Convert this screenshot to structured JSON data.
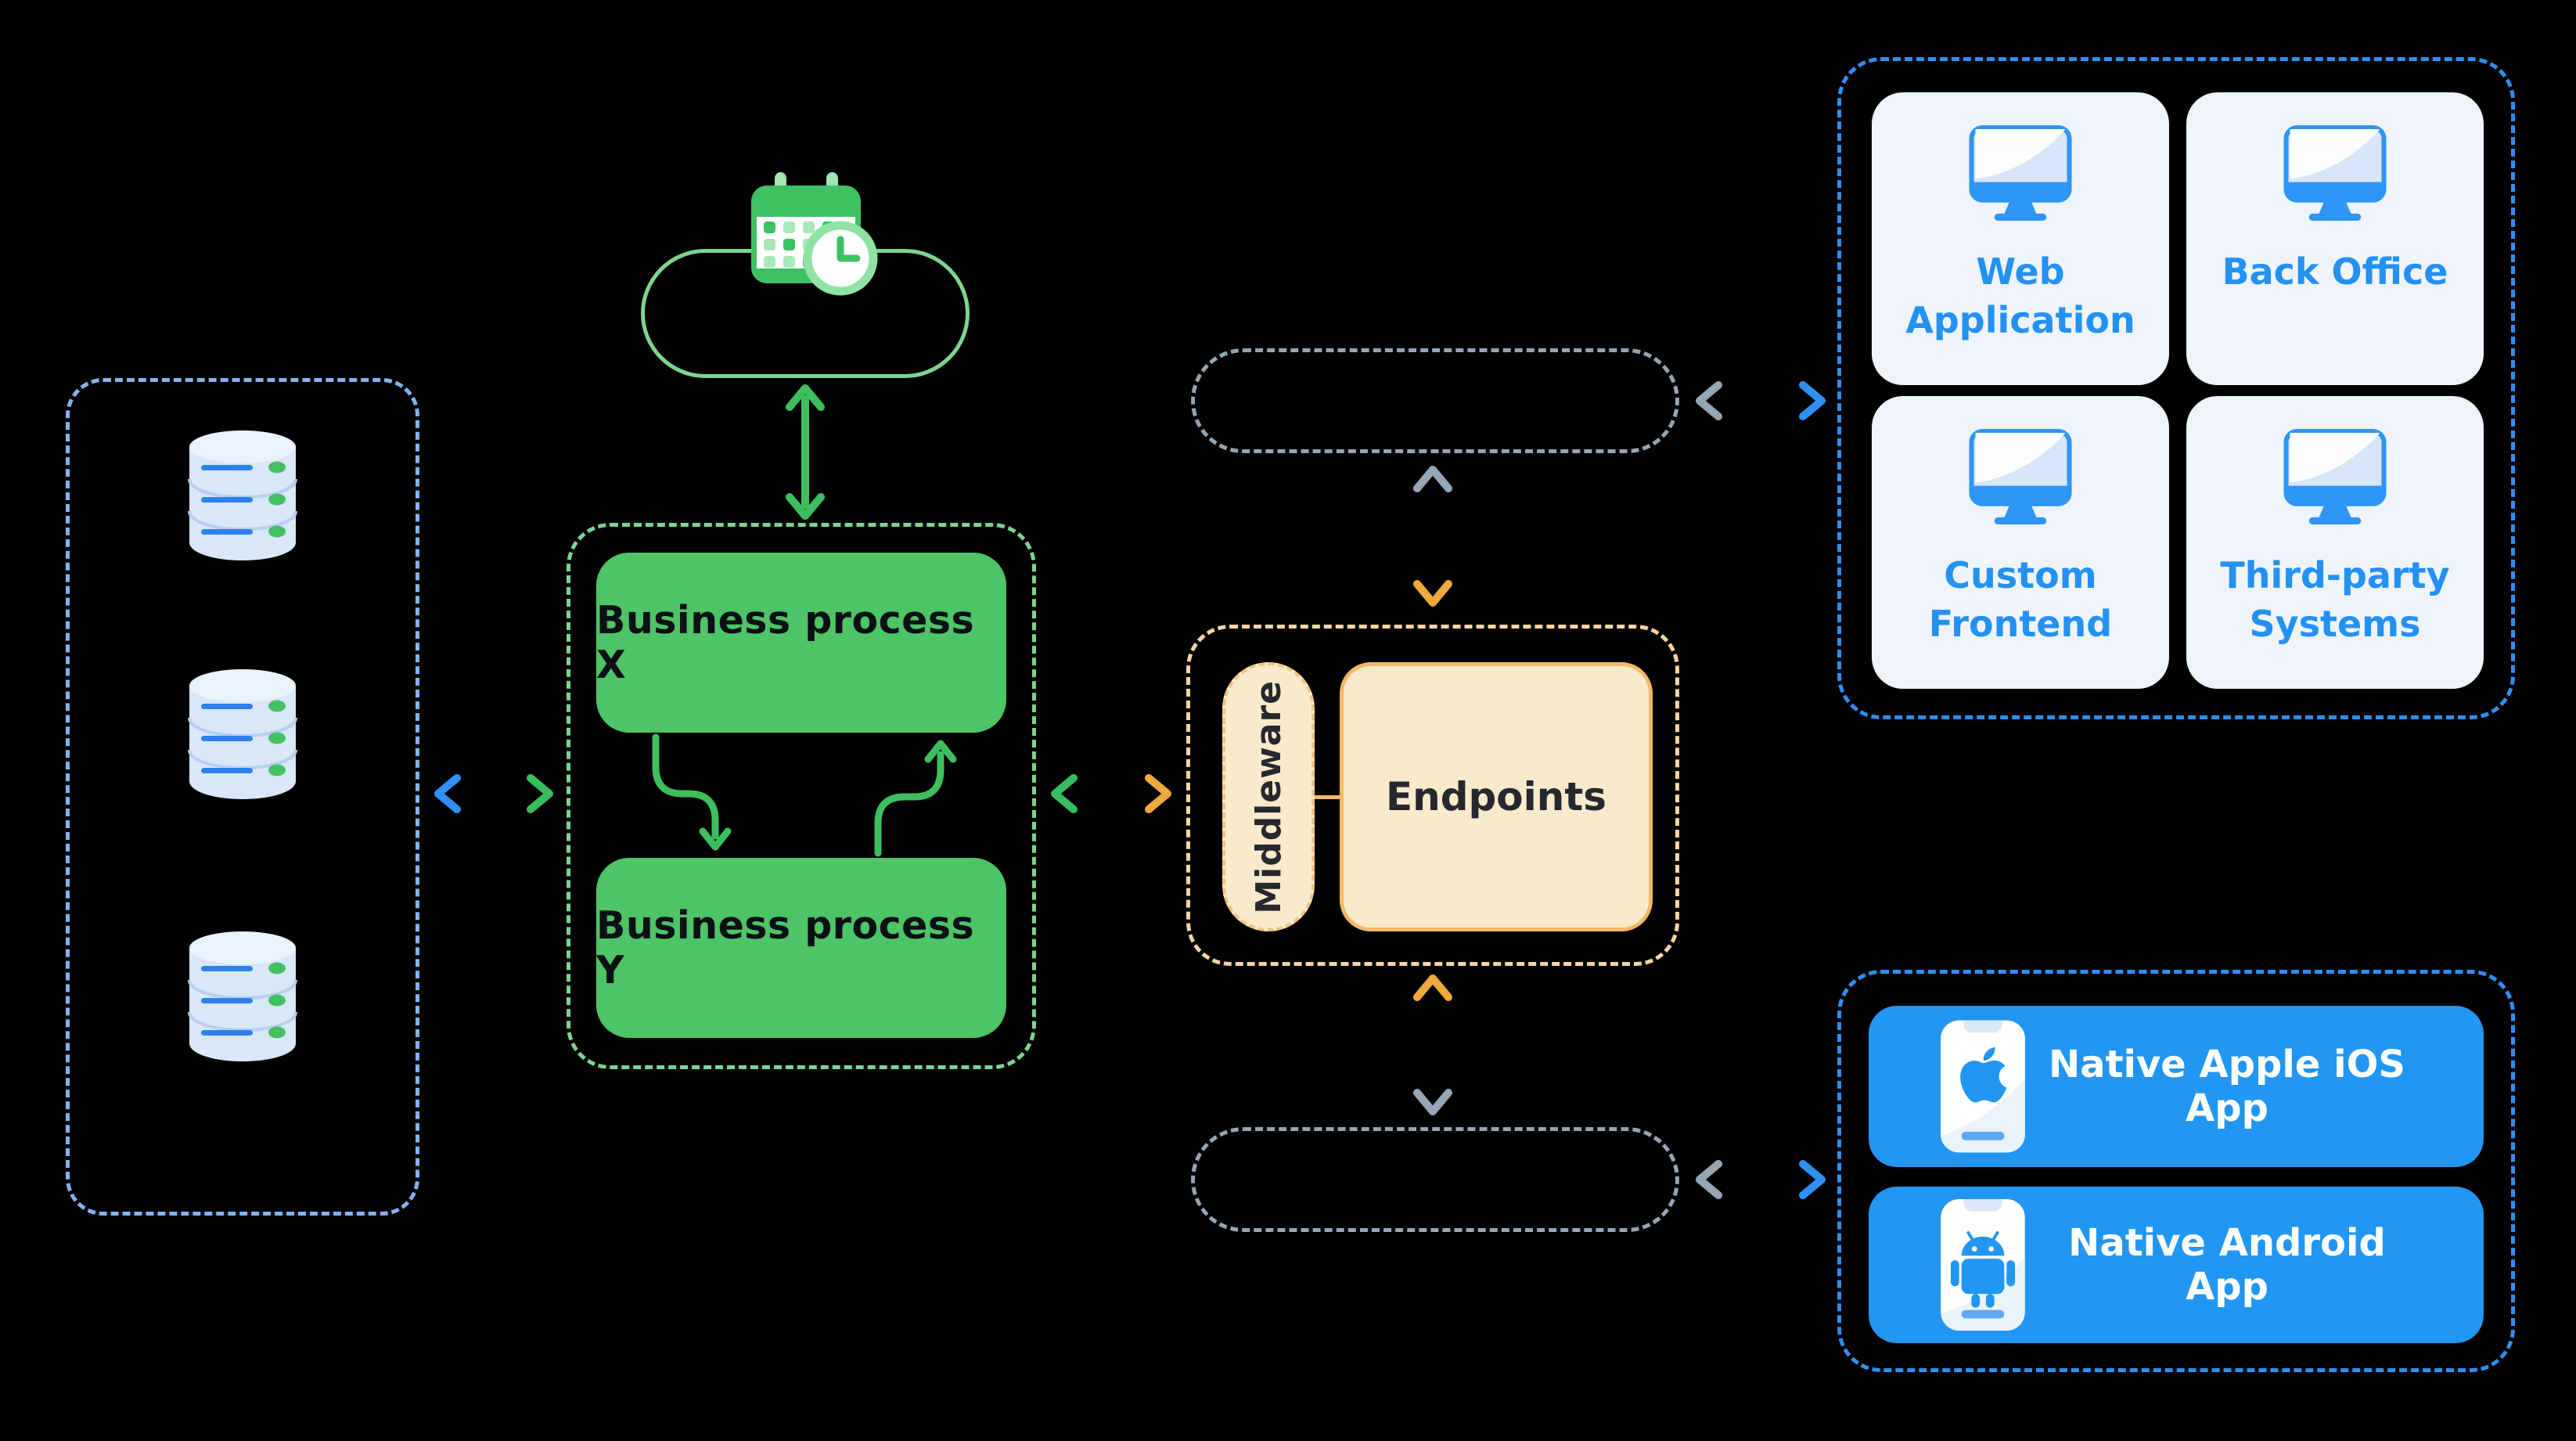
{
  "diagram": {
    "background": "#000000",
    "colors": {
      "green_node": "#4DC466",
      "green_outline": "#7ED492",
      "green_arrow": "#3EBF5F",
      "blue_accent": "#2491F4",
      "blue_dash_border": "#2E90F5",
      "blue_card_bg": "#EFF4FB",
      "db_panel_dash": "#84B3EF",
      "db_line_blue": "#2F80ED",
      "db_dot_green": "#43C162",
      "cream_fill": "#FAEACC",
      "orange_solid_border": "#F2B967",
      "orange_dash_border": "#F5D5A2",
      "orange_arrow": "#F0A93C",
      "gray_arrow": "#96A5B4",
      "dark_text": "#0B1015",
      "white_text": "#FFFFFF"
    },
    "source_panel": {
      "icons": [
        "database-icon",
        "database-icon",
        "database-icon"
      ]
    },
    "scheduler": {
      "icon": "calendar-clock-icon"
    },
    "business": {
      "process_x_label": "Business process X",
      "process_y_label": "Business process Y"
    },
    "api": {
      "middleware_label": "Middleware",
      "endpoints_label": "Endpoints"
    },
    "clients_top": {
      "items": [
        {
          "label": "Web Application",
          "icon": "monitor-icon"
        },
        {
          "label": "Back Office",
          "icon": "monitor-icon"
        },
        {
          "label": "Custom Frontend",
          "icon": "monitor-icon"
        },
        {
          "label": "Third-party Systems",
          "icon": "monitor-icon"
        }
      ]
    },
    "clients_bottom": {
      "items": [
        {
          "label": "Native Apple iOS App",
          "icon": "apple-phone-icon"
        },
        {
          "label": "Native Android App",
          "icon": "android-phone-icon"
        }
      ]
    }
  }
}
